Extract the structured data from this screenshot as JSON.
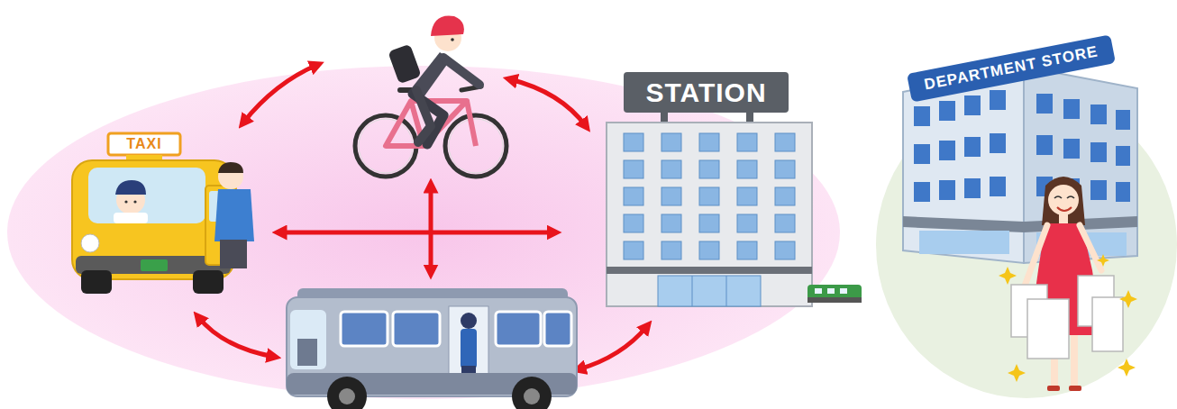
{
  "diagram": {
    "nodes": [
      {
        "text": [
          "TAXI"
        ]
      },
      {
        "text": [
          "STATION"
        ]
      },
      {
        "text": [
          "DEPARTMENT STORE"
        ]
      }
    ],
    "edges": [
      {
        "from": 0,
        "to": 1,
        "arrow": "both"
      }
    ]
  }
}
